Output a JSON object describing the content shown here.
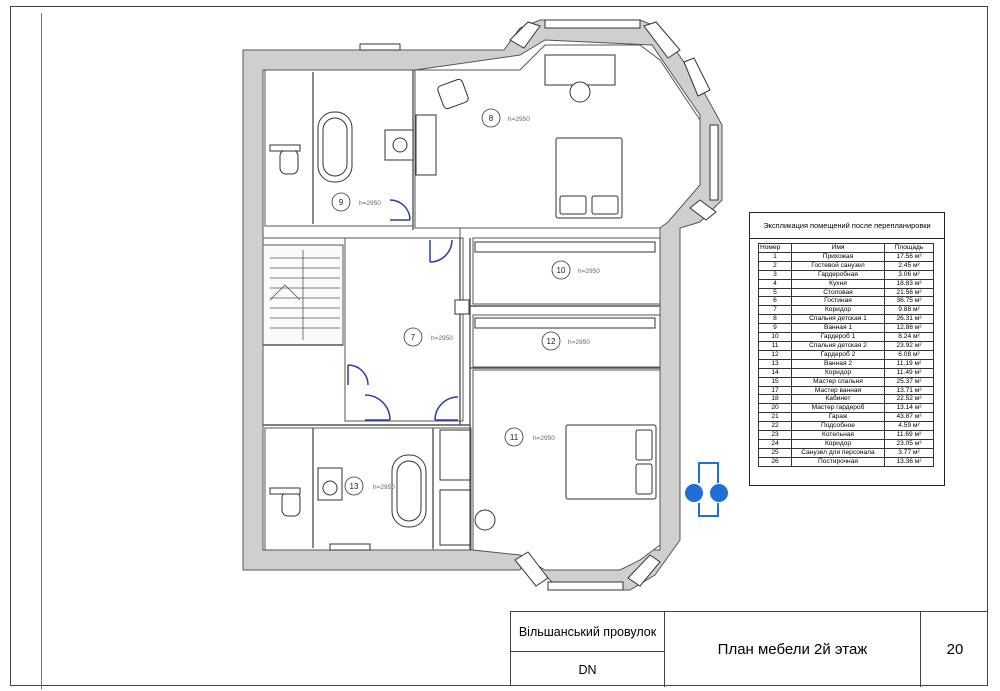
{
  "plan": {
    "rooms": [
      {
        "number": "8",
        "height": "h=2950"
      },
      {
        "number": "9",
        "height": "h=2950"
      },
      {
        "number": "10",
        "height": "h=2950"
      },
      {
        "number": "12",
        "height": "h=2950"
      },
      {
        "number": "7",
        "height": "h=2950"
      },
      {
        "number": "11",
        "height": "h=2950"
      },
      {
        "number": "13",
        "height": "h=2950"
      }
    ]
  },
  "legend": {
    "title": "Экспликация помещений после перепланировки",
    "headers": [
      "Номер",
      "Имя",
      "Площадь"
    ],
    "rows": [
      [
        "1",
        "Прихожая",
        "17.56 м²"
      ],
      [
        "2",
        "Гостевой санузел",
        "2.45 м²"
      ],
      [
        "3",
        "Гардеробная",
        "3.06 м²"
      ],
      [
        "4",
        "Кухня",
        "18.83 м²"
      ],
      [
        "5",
        "Столовая",
        "21.56 м²"
      ],
      [
        "6",
        "Гостиная",
        "36.75 м²"
      ],
      [
        "7",
        "Коридор",
        "9.88 м²"
      ],
      [
        "8",
        "Спальня детская 1",
        "26.31 м²"
      ],
      [
        "9",
        "Ванная 1",
        "12.88 м²"
      ],
      [
        "10",
        "Гардероб 1",
        "8.24 м²"
      ],
      [
        "11",
        "Спальня детская 2",
        "23.92 м²"
      ],
      [
        "12",
        "Гардероб 2",
        "6.08 м²"
      ],
      [
        "13",
        "Ванная 2",
        "11.19 м²"
      ],
      [
        "14",
        "Коридор",
        "11.49 м²"
      ],
      [
        "15",
        "Мастер спальня",
        "25.37 м²"
      ],
      [
        "17",
        "Мастер ванная",
        "13.71 м²"
      ],
      [
        "18",
        "Кабинет",
        "22.52 м²"
      ],
      [
        "20",
        "Мастер гардероб",
        "13.14 м²"
      ],
      [
        "21",
        "Гараж",
        "43.87 м²"
      ],
      [
        "22",
        "Подсобное",
        "4.59 м²"
      ],
      [
        "23",
        "Котельная",
        "11.69 м²"
      ],
      [
        "24",
        "Коридор",
        "23.05 м²"
      ],
      [
        "25",
        "Санузел для персонала",
        "3.77 м²"
      ],
      [
        "26",
        "Постирочная",
        "13.36 м²"
      ]
    ]
  },
  "titleblock": {
    "street": "Вільшанський провулок",
    "code": "DN",
    "sheet_title": "План мебели 2й этаж",
    "page": "20"
  },
  "colors": {
    "wall": "#cfcfcf",
    "wall_stroke": "#555555",
    "marker": "#1f6fd6",
    "door": "#2d3ea8"
  }
}
